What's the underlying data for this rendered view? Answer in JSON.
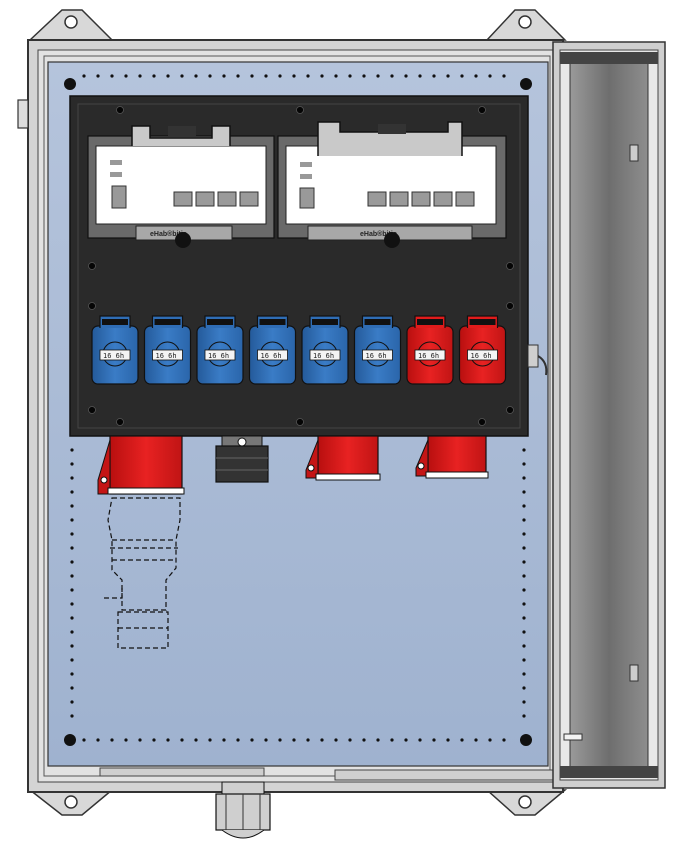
{
  "drawing": {
    "breaker_labels": [
      "eHab®bitio",
      "eHab®bitio"
    ],
    "socket_label": "16 6h",
    "sockets": [
      {
        "color": "#2f6db5",
        "kind": "blue-socket"
      },
      {
        "color": "#2f6db5",
        "kind": "blue-socket"
      },
      {
        "color": "#2f6db5",
        "kind": "blue-socket"
      },
      {
        "color": "#2f6db5",
        "kind": "blue-socket"
      },
      {
        "color": "#2f6db5",
        "kind": "blue-socket"
      },
      {
        "color": "#2f6db5",
        "kind": "blue-socket"
      },
      {
        "color": "#e01b1b",
        "kind": "red-socket"
      },
      {
        "color": "#e01b1b",
        "kind": "red-socket"
      }
    ],
    "colors": {
      "enclosure": "#d4d4d4",
      "mounting_plate": "#a8bad4",
      "panel": "#2a2a2a",
      "red": "#e01b1b",
      "blue": "#2f6db5",
      "door": "#7a7a7a"
    }
  }
}
